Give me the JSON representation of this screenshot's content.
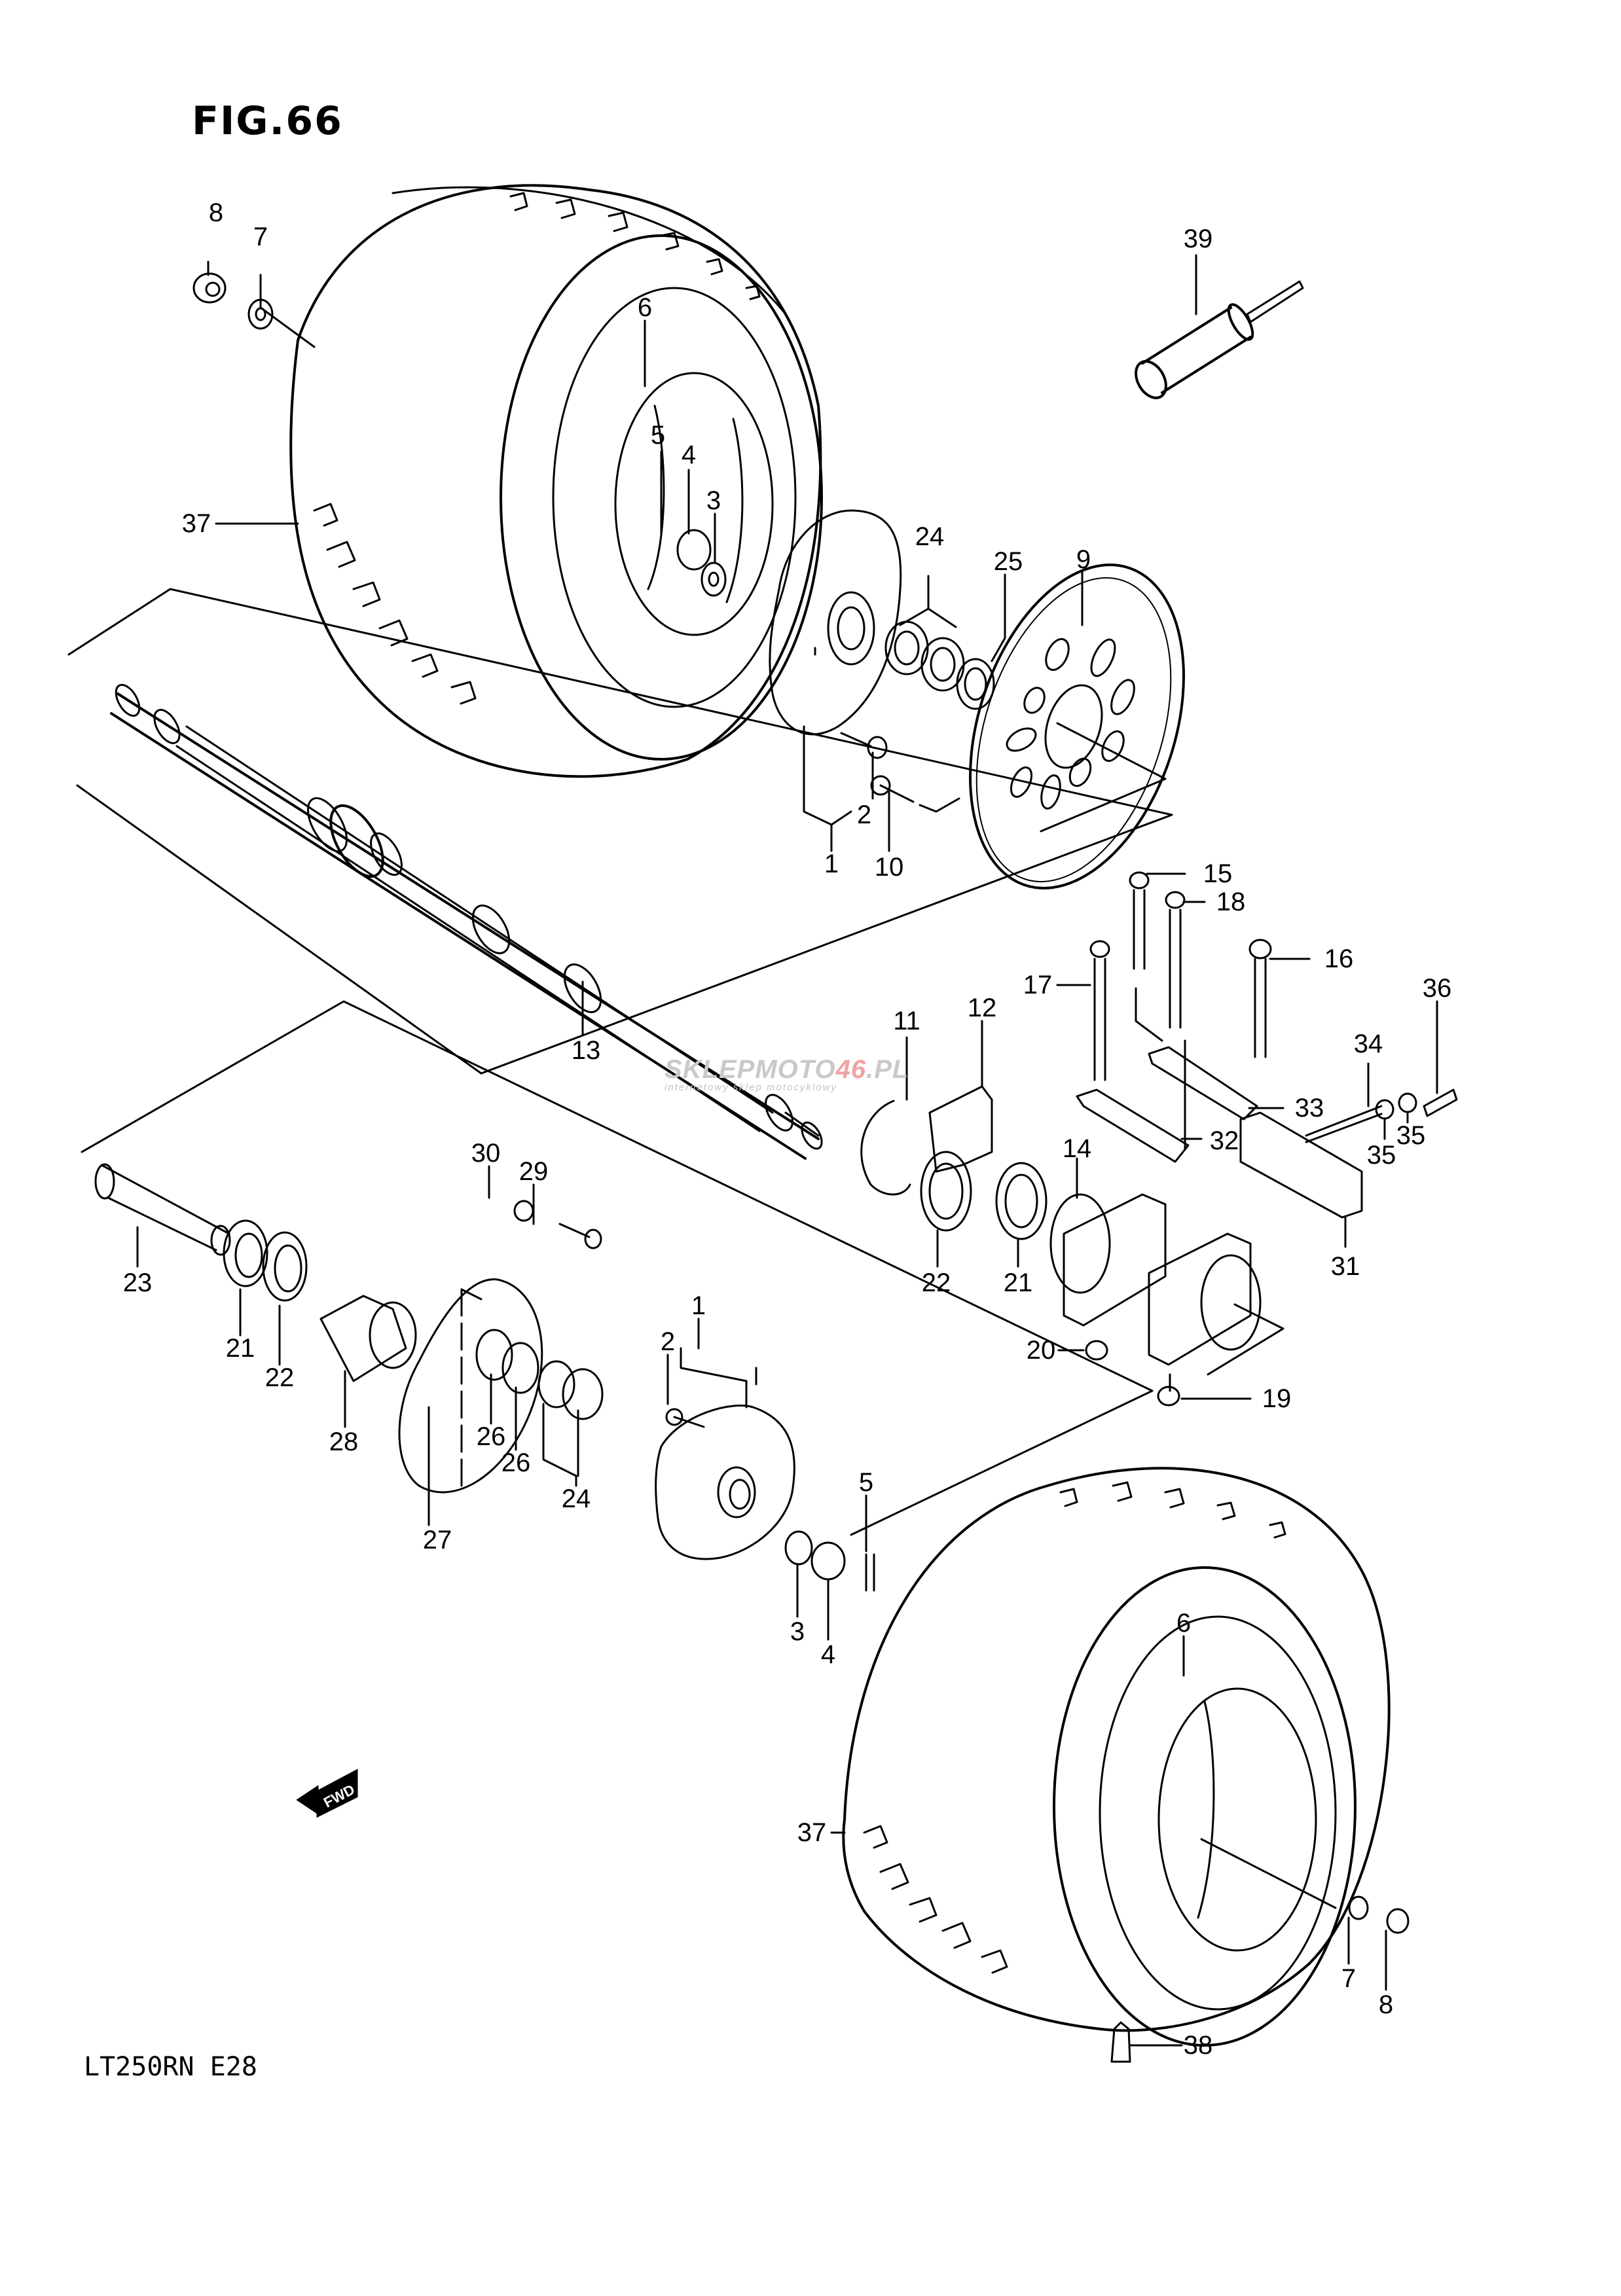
{
  "figure": {
    "title": "FIG.66",
    "model_code": "LT250RN E28",
    "direction_marker": "FWD"
  },
  "watermark": {
    "brand_part1": "SKLEPMOTO",
    "brand_part2": "46",
    "brand_part3": ".PL",
    "tagline": "internetowy sklep motocyklowy",
    "colors": {
      "gray": "#c9c9c9",
      "red": "#f0a3a3"
    }
  },
  "diagram": {
    "line_color": "#000000",
    "background": "#ffffff",
    "callouts": [
      {
        "ref": "8",
        "part": "nut-flange",
        "group": "left-wheel"
      },
      {
        "ref": "7",
        "part": "washer",
        "group": "left-wheel"
      },
      {
        "ref": "6",
        "part": "rim",
        "group": "left-wheel"
      },
      {
        "ref": "5",
        "part": "cotter-pin",
        "group": "left-hub"
      },
      {
        "ref": "4",
        "part": "castle-nut",
        "group": "left-hub"
      },
      {
        "ref": "3",
        "part": "washer",
        "group": "left-hub"
      },
      {
        "ref": "37",
        "part": "tire",
        "group": "left-wheel"
      },
      {
        "ref": "24",
        "part": "nut-pair",
        "group": "left-hub"
      },
      {
        "ref": "25",
        "part": "spacer",
        "group": "left-hub"
      },
      {
        "ref": "9",
        "part": "brake-disc",
        "group": "left-hub"
      },
      {
        "ref": "2",
        "part": "hub-bolt",
        "group": "left-hub"
      },
      {
        "ref": "1",
        "part": "hub",
        "group": "left-hub"
      },
      {
        "ref": "10",
        "part": "disc-bolt",
        "group": "left-hub"
      },
      {
        "ref": "39",
        "part": "valve-tool",
        "group": "misc"
      },
      {
        "ref": "13",
        "part": "rear-axle",
        "group": "axle"
      },
      {
        "ref": "15",
        "part": "bolt",
        "group": "housing"
      },
      {
        "ref": "18",
        "part": "bolt",
        "group": "housing"
      },
      {
        "ref": "16",
        "part": "bolt",
        "group": "housing"
      },
      {
        "ref": "17",
        "part": "bolt",
        "group": "housing"
      },
      {
        "ref": "11",
        "part": "circlip",
        "group": "housing"
      },
      {
        "ref": "12",
        "part": "bracket",
        "group": "housing"
      },
      {
        "ref": "34",
        "part": "adjuster-stud",
        "group": "housing"
      },
      {
        "ref": "36",
        "part": "spring",
        "group": "housing"
      },
      {
        "ref": "33",
        "part": "plate",
        "group": "housing"
      },
      {
        "ref": "32",
        "part": "plate",
        "group": "housing"
      },
      {
        "ref": "35",
        "part": "nut",
        "group": "housing"
      },
      {
        "ref": "35",
        "part": "nut",
        "group": "housing"
      },
      {
        "ref": "14",
        "part": "axle-housing",
        "group": "housing"
      },
      {
        "ref": "22",
        "part": "oil-seal",
        "group": "housing"
      },
      {
        "ref": "21",
        "part": "bearing",
        "group": "housing"
      },
      {
        "ref": "31",
        "part": "cover-plate",
        "group": "housing"
      },
      {
        "ref": "20",
        "part": "nut",
        "group": "housing"
      },
      {
        "ref": "19",
        "part": "nut",
        "group": "housing"
      },
      {
        "ref": "30",
        "part": "washer",
        "group": "sprocket"
      },
      {
        "ref": "29",
        "part": "bolt",
        "group": "sprocket"
      },
      {
        "ref": "23",
        "part": "spacer-tube",
        "group": "sprocket"
      },
      {
        "ref": "21",
        "part": "bearing",
        "group": "sprocket"
      },
      {
        "ref": "22",
        "part": "oil-seal",
        "group": "sprocket"
      },
      {
        "ref": "28",
        "part": "sprocket-hub",
        "group": "sprocket"
      },
      {
        "ref": "27",
        "part": "sprocket",
        "group": "sprocket"
      },
      {
        "ref": "26",
        "part": "o-ring",
        "group": "sprocket"
      },
      {
        "ref": "26",
        "part": "o-ring",
        "group": "sprocket"
      },
      {
        "ref": "24",
        "part": "nut-pair",
        "group": "right-hub"
      },
      {
        "ref": "1",
        "part": "hub",
        "group": "right-hub"
      },
      {
        "ref": "2",
        "part": "hub-bolt",
        "group": "right-hub"
      },
      {
        "ref": "5",
        "part": "cotter-pin",
        "group": "right-hub"
      },
      {
        "ref": "3",
        "part": "washer",
        "group": "right-hub"
      },
      {
        "ref": "4",
        "part": "castle-nut",
        "group": "right-hub"
      },
      {
        "ref": "6",
        "part": "rim",
        "group": "right-wheel"
      },
      {
        "ref": "37",
        "part": "tire",
        "group": "right-wheel"
      },
      {
        "ref": "7",
        "part": "washer",
        "group": "right-wheel"
      },
      {
        "ref": "8",
        "part": "nut-flange",
        "group": "right-wheel"
      },
      {
        "ref": "38",
        "part": "valve",
        "group": "right-wheel"
      }
    ]
  }
}
